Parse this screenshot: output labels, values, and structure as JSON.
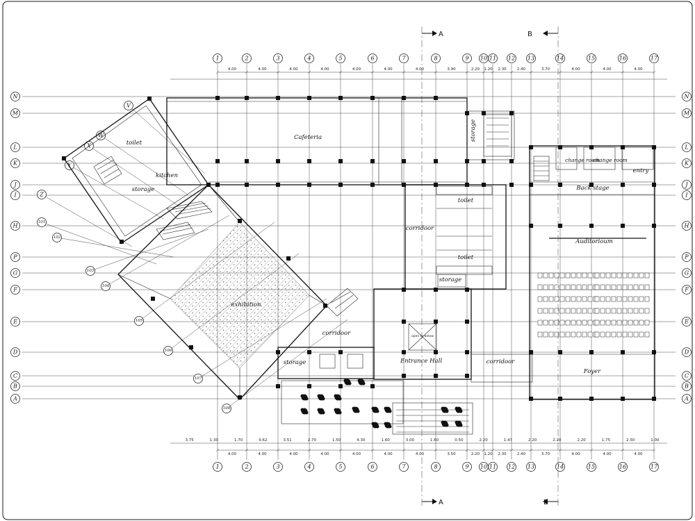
{
  "drawing": {
    "type": "architectural floor plan"
  },
  "grid": {
    "vertical": [
      "1",
      "2",
      "3",
      "4",
      "5",
      "6",
      "7",
      "8",
      "9",
      "10",
      "11",
      "12",
      "13",
      "14",
      "15",
      "16",
      "17"
    ],
    "horizontal": [
      "N",
      "M",
      "L",
      "K",
      "J",
      "I",
      "H",
      "P",
      "G",
      "F",
      "E",
      "D",
      "C",
      "B",
      "A"
    ],
    "diagonal": [
      "V",
      "W",
      "X",
      "Y",
      "Z",
      "101",
      "102",
      "103",
      "104",
      "105",
      "106",
      "107",
      "108"
    ]
  },
  "dimensions": {
    "top_bays": [
      "4.00",
      "4.00",
      "4.00",
      "4.00",
      "4.00",
      "4.00",
      "4.00",
      "3.90",
      "2.20",
      "1.20",
      "2.30",
      "2.40",
      "3.70",
      "4.00",
      "4.00",
      "4.00"
    ],
    "bottom_bays": [
      "4.00",
      "4.00",
      "4.00",
      "4.00",
      "4.00",
      "4.00",
      "4.00",
      "3.50",
      "2.20",
      "1.20",
      "2.30",
      "2.40",
      "3.70",
      "4.00",
      "4.00",
      "4.00"
    ],
    "bottom_segments": [
      "3.75",
      "1.30",
      "1.70",
      "9.62",
      "3.51",
      "2.70",
      "1.50",
      "4.30",
      "1.60",
      "3.00",
      "1.60",
      "0.50",
      "2.20",
      "1.47",
      "2.20",
      "2.20",
      "2.20",
      "1.75",
      "2.30",
      "1.00"
    ]
  },
  "sections": {
    "a": "A",
    "b": "B"
  },
  "rooms": {
    "cafeteria": "Cafeteria",
    "kitchen": "kitchen",
    "toilet_west": "toilet",
    "storage_west": "storage",
    "storage_north": "storage",
    "toilet_upper": "toilet",
    "toilet_lower": "toilet",
    "corridoor_central": "corridoor",
    "storage_central": "storage",
    "exhibition": "exhibition",
    "corridoor_west": "corridoor",
    "storage_south": "storage",
    "entrance_hall": "Entrance Hall",
    "open_below": "open to below",
    "corridoor_east": "corridoor",
    "change_room_1": "change room",
    "change_room_2": "change room",
    "entry": "entry",
    "back_stage": "Back stage",
    "auditorium": "Auditorioum",
    "foyer": "Foyer"
  },
  "colors": {
    "ink": "#111111",
    "paper": "#ffffff"
  }
}
